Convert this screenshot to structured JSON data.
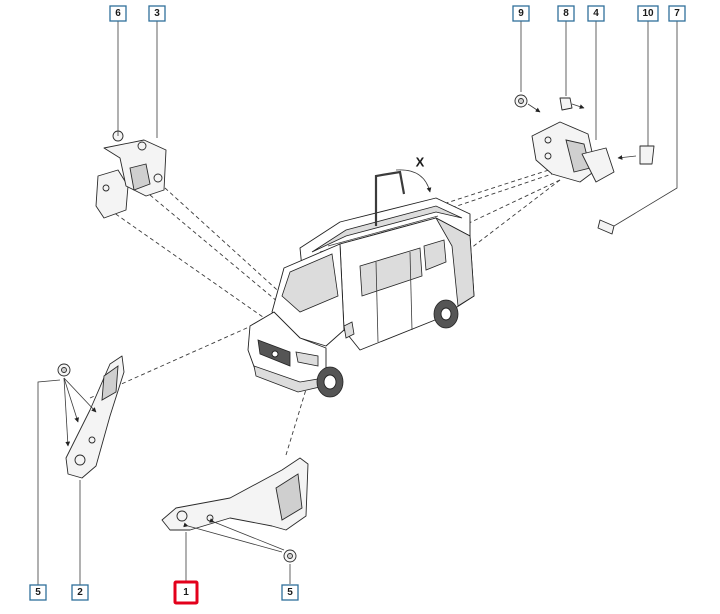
{
  "callouts": [
    {
      "id": "c6",
      "label": "6"
    },
    {
      "id": "c3",
      "label": "3"
    },
    {
      "id": "c9",
      "label": "9"
    },
    {
      "id": "c8",
      "label": "8"
    },
    {
      "id": "c4",
      "label": "4"
    },
    {
      "id": "c10",
      "label": "10"
    },
    {
      "id": "c7",
      "label": "7"
    },
    {
      "id": "c5a",
      "label": "5"
    },
    {
      "id": "c2",
      "label": "2"
    },
    {
      "id": "c1",
      "label": "1"
    },
    {
      "id": "c5b",
      "label": "5"
    }
  ],
  "view_label": "X",
  "highlight_color": "#e3001b",
  "callout_border_color": "#2f6f9a"
}
